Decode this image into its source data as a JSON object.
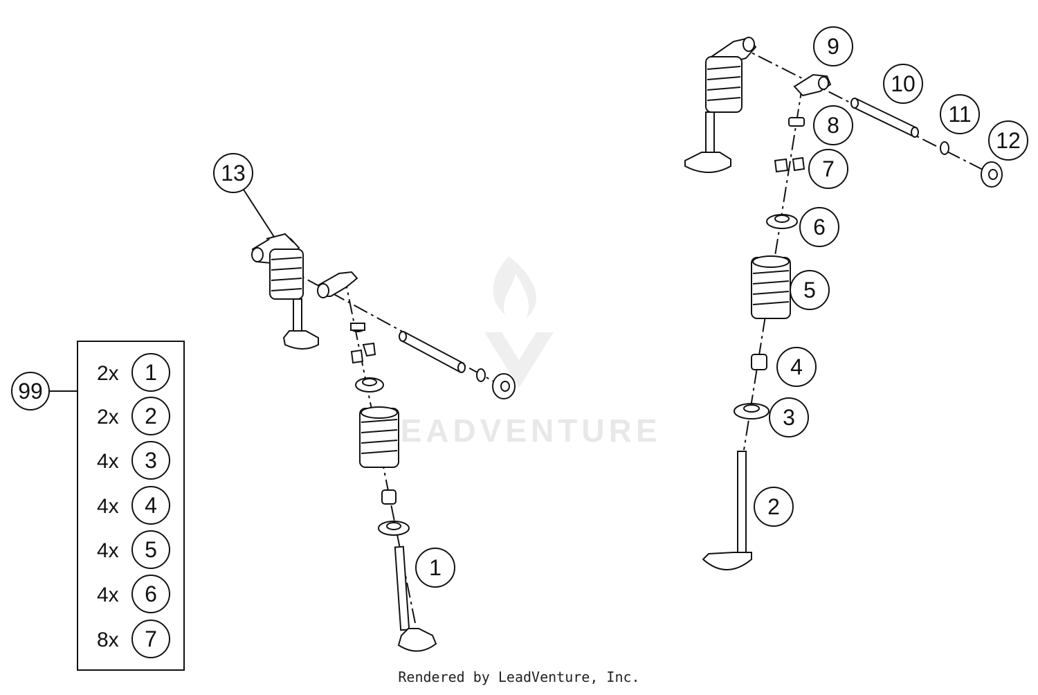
{
  "diagram": {
    "watermark": "LEADVENTURE",
    "footer": "Rendered by LeadVenture, Inc.",
    "callouts": [
      "1",
      "2",
      "3",
      "4",
      "5",
      "6",
      "7",
      "8",
      "9",
      "10",
      "11",
      "12",
      "13"
    ],
    "kit": {
      "number": "99",
      "items": [
        {
          "qty": "2x",
          "ref": "1"
        },
        {
          "qty": "2x",
          "ref": "2"
        },
        {
          "qty": "4x",
          "ref": "3"
        },
        {
          "qty": "4x",
          "ref": "4"
        },
        {
          "qty": "4x",
          "ref": "5"
        },
        {
          "qty": "4x",
          "ref": "6"
        },
        {
          "qty": "8x",
          "ref": "7"
        }
      ]
    }
  }
}
